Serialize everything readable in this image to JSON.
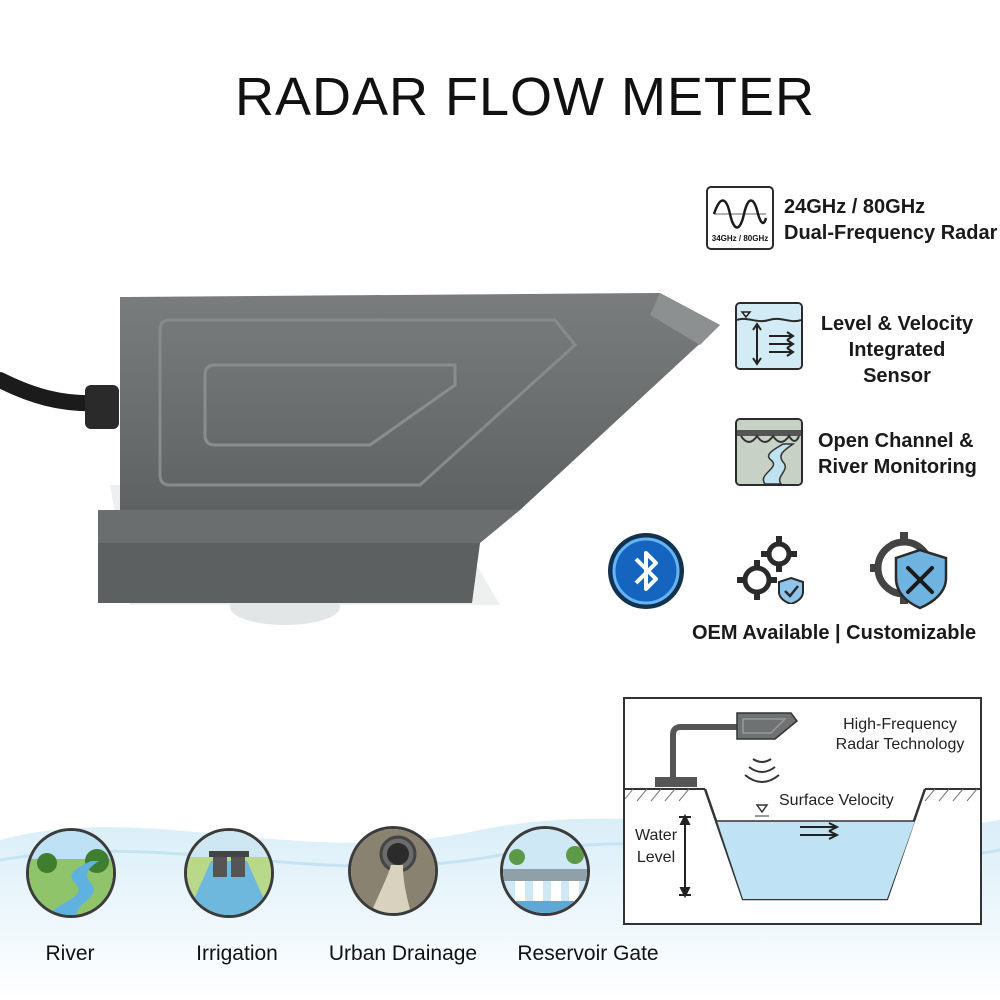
{
  "title": "RADAR FLOW METER",
  "features": [
    {
      "line1": "24GHz / 80GHz",
      "line2": "Dual-Frequency Radar",
      "icon_badge": "34GHz / 80GHz",
      "icon": "sine-wave-icon"
    },
    {
      "line1": "Level & Velocity",
      "line2": "Integrated Sensor",
      "icon": "level-velocity-icon"
    },
    {
      "line1": "Open Channel &",
      "line2": "River Monitoring",
      "icon": "river-channel-icon"
    }
  ],
  "oem_text": "OEM Available | Customizable",
  "diagram": {
    "tech_line1": "High-Frequency",
    "tech_line2": "Radar Technology",
    "surface_velocity": "Surface Velocity",
    "water_line1": "Water",
    "water_line2": "Level"
  },
  "applications": [
    "River",
    "Irrigation",
    "Urban Drainage",
    "Reservoir Gate"
  ],
  "colors": {
    "device": "#6f7272",
    "accent": "#1e88e5",
    "water": "#bfe3f4"
  }
}
